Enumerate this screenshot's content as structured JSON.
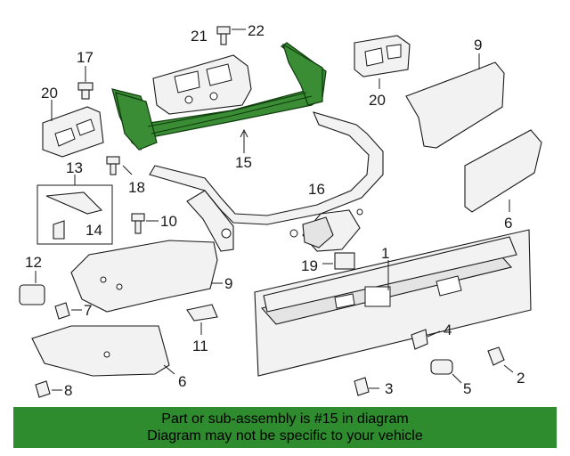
{
  "callouts": {
    "c1": "1",
    "c2": "2",
    "c3": "3",
    "c4": "4",
    "c5": "5",
    "c6a": "6",
    "c6b": "6",
    "c7": "7",
    "c8": "8",
    "c9a": "9",
    "c9b": "9",
    "c10": "10",
    "c11": "11",
    "c12": "12",
    "c13": "13",
    "c14": "14",
    "c15": "15",
    "c16": "16",
    "c17": "17",
    "c18": "18",
    "c19": "19",
    "c20a": "20",
    "c20b": "20",
    "c21": "21",
    "c22": "22"
  },
  "highlighted_part": "15",
  "colors": {
    "highlight": "#3a8c35",
    "banner": "#2e8b2e"
  },
  "banner": {
    "line1": "Part or sub-assembly is #15 in diagram",
    "line2": "Diagram may not be specific to your vehicle"
  }
}
